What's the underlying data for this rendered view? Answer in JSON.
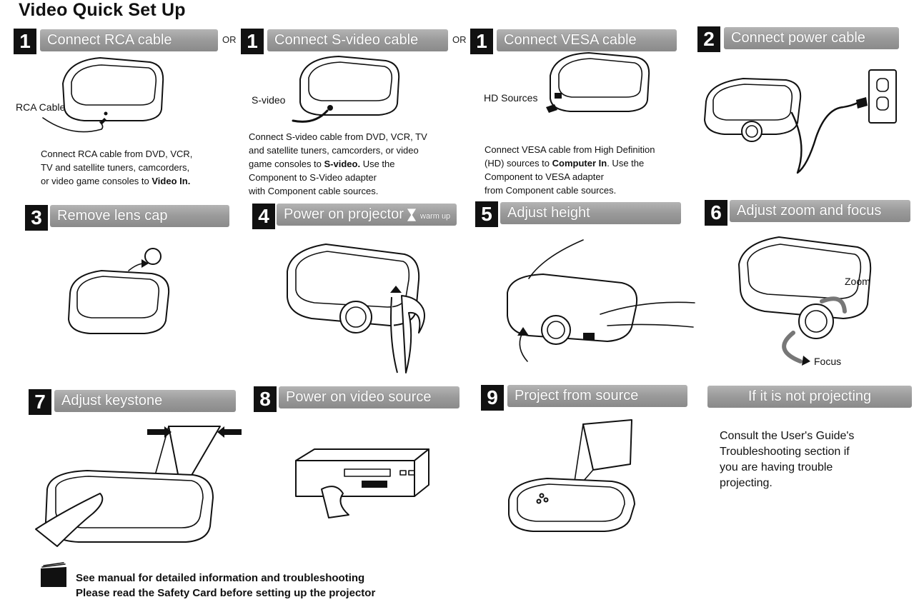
{
  "page": {
    "title": "Video Quick Set Up"
  },
  "or_label": "OR",
  "steps": [
    {
      "number": "1",
      "title": "Connect RCA cable",
      "image_label": "RCA Cable",
      "desc": [
        "Connect RCA cable from DVD, VCR,",
        "TV and satellite tuners,  camcorders,",
        "or video game consoles to "
      ],
      "desc_bold": "Video In."
    },
    {
      "number": "1",
      "title": "Connect S-video cable",
      "image_label": "S-video",
      "desc": [
        "Connect S-video cable from DVD, VCR, TV",
        "and satellite tuners, camcorders, or video",
        "game consoles to "
      ],
      "desc_bold": "S-video.",
      "desc_after": " Use the",
      "desc_tail": [
        "Component to S-Video adapter",
        "with Component cable sources."
      ]
    },
    {
      "number": "1",
      "title": "Connect VESA cable",
      "image_label": "HD Sources",
      "desc": [
        "Connect VESA cable from High Definition",
        "(HD) sources to "
      ],
      "desc_bold": "Computer In",
      "desc_after": ". Use the",
      "desc_tail": [
        "Component to VESA adapter",
        "from Component cable sources."
      ]
    },
    {
      "number": "2",
      "title": "Connect power cable"
    },
    {
      "number": "3",
      "title": "Remove lens cap"
    },
    {
      "number": "4",
      "title": "Power on projector",
      "extra": "warm up"
    },
    {
      "number": "5",
      "title": "Adjust height"
    },
    {
      "number": "6",
      "title": "Adjust zoom and focus",
      "labels": {
        "zoom": "Zoom",
        "focus": "Focus"
      }
    },
    {
      "number": "7",
      "title": "Adjust keystone"
    },
    {
      "number": "8",
      "title": "Power on video source"
    },
    {
      "number": "9",
      "title": "Project from source"
    }
  ],
  "troubleshoot": {
    "title": "If it is not projecting",
    "lines": [
      "Consult the User's Guide's",
      "Troubleshooting section if",
      "you are having trouble",
      "projecting."
    ]
  },
  "footer": {
    "line1": "See manual for detailed information and troubleshooting",
    "line2": "Please read the Safety Card before setting up the projector"
  },
  "icons": [
    "projector-icon",
    "hourglass-icon",
    "manual-book-icon",
    "power-outlet-icon",
    "dvd-player-icon",
    "projection-screen-icon",
    "hand-icon",
    "arrow-icon"
  ]
}
